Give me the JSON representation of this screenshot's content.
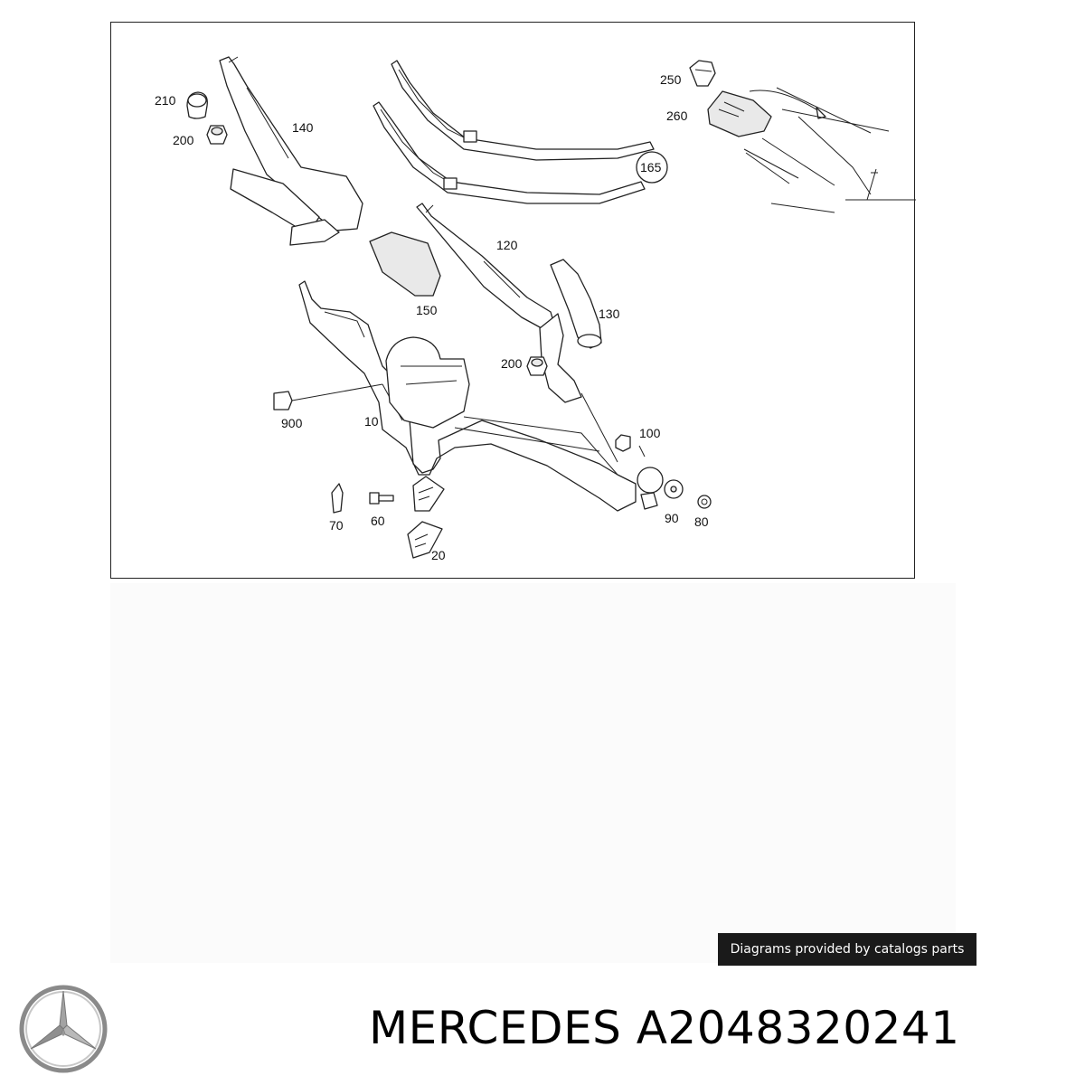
{
  "diagram": {
    "callouts": [
      {
        "id": "210",
        "text": "210"
      },
      {
        "id": "200a",
        "text": "200"
      },
      {
        "id": "140",
        "text": "140"
      },
      {
        "id": "165",
        "text": "165"
      },
      {
        "id": "250",
        "text": "250"
      },
      {
        "id": "260",
        "text": "260"
      },
      {
        "id": "120",
        "text": "120"
      },
      {
        "id": "150",
        "text": "150"
      },
      {
        "id": "130",
        "text": "130"
      },
      {
        "id": "200b",
        "text": "200"
      },
      {
        "id": "100",
        "text": "100"
      },
      {
        "id": "900",
        "text": "900"
      },
      {
        "id": "10",
        "text": "10"
      },
      {
        "id": "70",
        "text": "70"
      },
      {
        "id": "60",
        "text": "60"
      },
      {
        "id": "20",
        "text": "20"
      },
      {
        "id": "90",
        "text": "90"
      },
      {
        "id": "80",
        "text": "80"
      }
    ]
  },
  "caption": "Diagrams provided by catalogs parts",
  "brand_logo": "mercedes-star-logo",
  "part_title": "MERCEDES A2048320241"
}
